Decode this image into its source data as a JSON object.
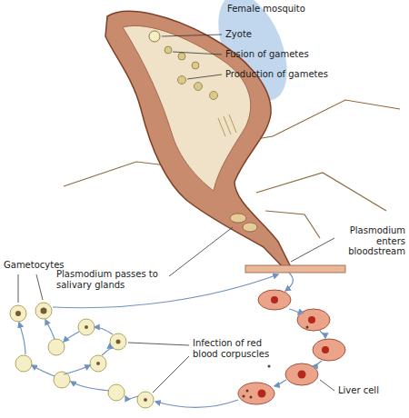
{
  "diagram": {
    "labels": [
      "Female mosquito",
      "Zyote",
      "Fusion of gametes",
      "Production of gametes",
      "Plasmodium enters bloodstream",
      "Plasmodium passes to salivary glands",
      "Gametocytes",
      "Infection of red blood corpuscles",
      "Liver cell"
    ]
  }
}
